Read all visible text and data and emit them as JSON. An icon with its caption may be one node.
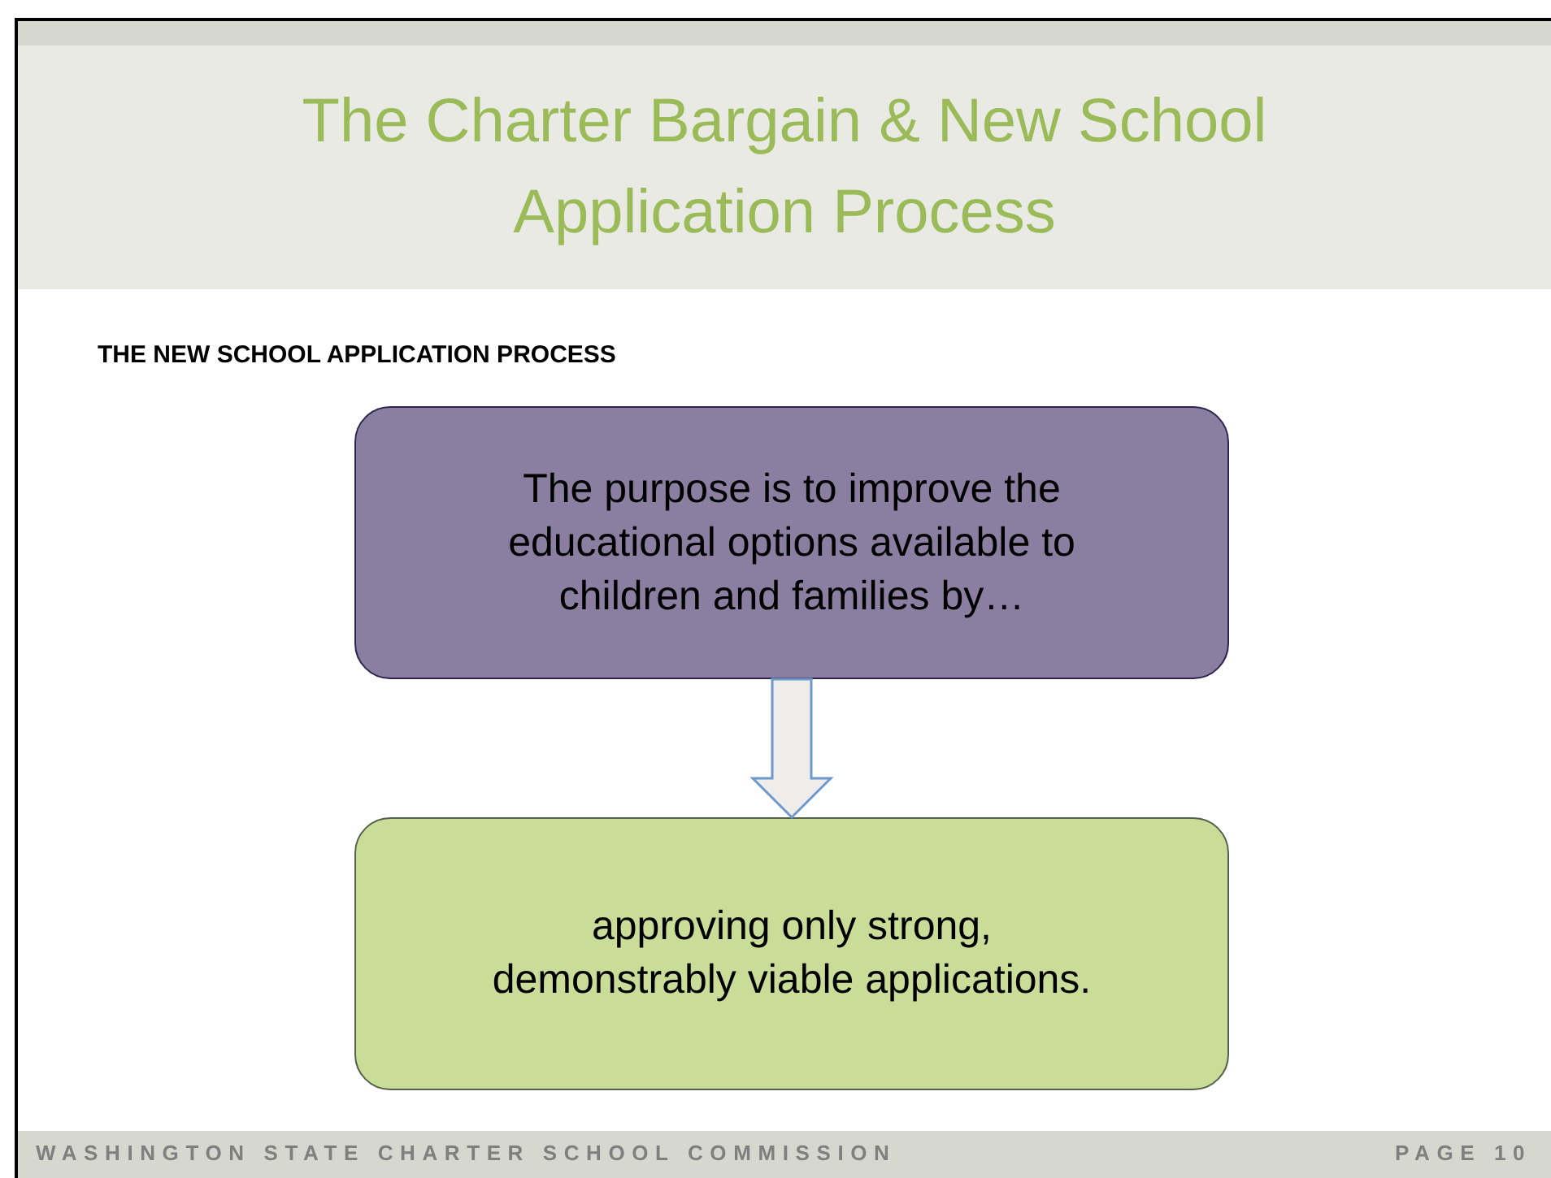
{
  "diagram": {
    "title": "The Charter Bargain & New School Application Process",
    "nodes": [
      {
        "text": [
          "The purpose is to improve the educational options available to children and families by…"
        ]
      },
      {
        "text": [
          "approving only strong, demonstrably viable applications."
        ]
      }
    ],
    "edges": [
      {
        "from": 0,
        "to": 1,
        "arrow": "to"
      }
    ],
    "labels": [
      "THE NEW SCHOOL APPLICATION PROCESS",
      "WASHINGTON STATE CHARTER SCHOOL COMMISSION",
      "PAGE 10"
    ]
  }
}
